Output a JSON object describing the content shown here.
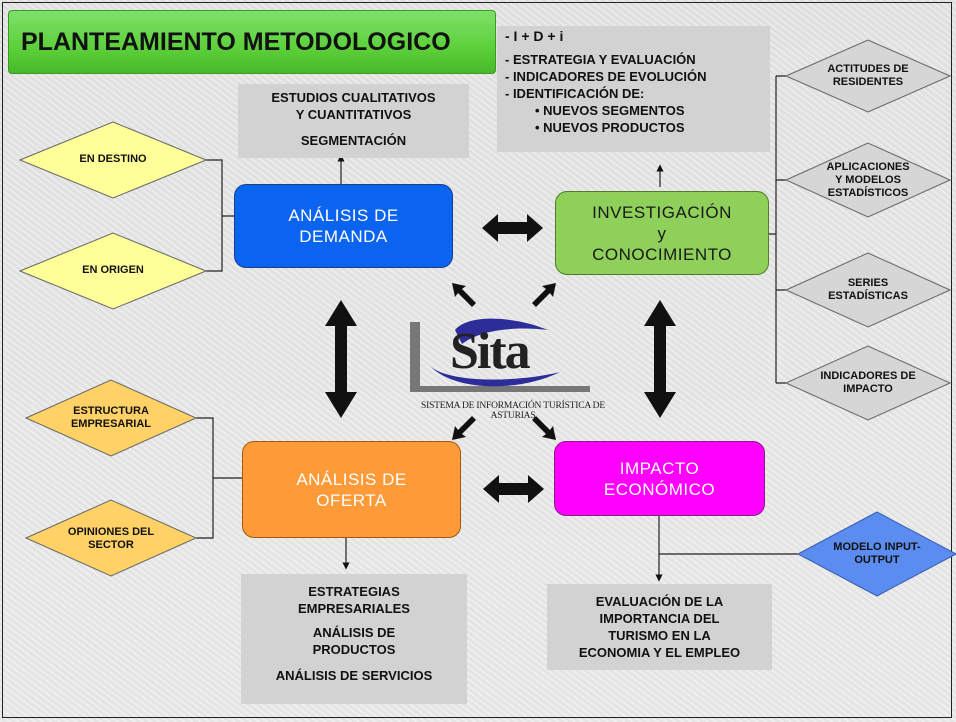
{
  "title": "PLANTEAMIENTO METODOLOGICO",
  "top_left_box": {
    "lines": [
      "ESTUDIOS CUALITATIVOS",
      "Y CUANTITATIVOS",
      "SEGMENTACIÓN"
    ]
  },
  "top_right_box": {
    "lines": [
      "- I + D + i",
      "- ESTRATEGIA Y EVALUACIÓN",
      "- INDICADORES DE EVOLUCIÓN",
      "- IDENTIFICACIÓN DE:",
      "• NUEVOS SEGMENTOS",
      "• NUEVOS PRODUCTOS"
    ]
  },
  "nodes": {
    "demanda": [
      "ANÁLISIS DE",
      "DEMANDA"
    ],
    "investigacion": [
      "INVESTIGACIÓN",
      "y",
      "CONOCIMIENTO"
    ],
    "oferta": [
      "ANÁLISIS DE",
      "OFERTA"
    ],
    "impacto": [
      "IMPACTO",
      "ECONÓMICO"
    ]
  },
  "left_diamonds_top": [
    {
      "lines": [
        "EN DESTINO"
      ]
    },
    {
      "lines": [
        "EN ORIGEN"
      ]
    }
  ],
  "left_diamonds_bottom": [
    {
      "lines": [
        "ESTRUCTURA",
        "EMPRESARIAL"
      ]
    },
    {
      "lines": [
        "OPINIONES DEL",
        "SECTOR"
      ]
    }
  ],
  "right_diamonds": [
    {
      "lines": [
        "ACTITUDES DE",
        "RESIDENTES"
      ]
    },
    {
      "lines": [
        "APLICACIONES",
        "Y MODELOS",
        "ESTADÍSTICOS"
      ]
    },
    {
      "lines": [
        "SERIES",
        "ESTADÍSTICAS"
      ]
    },
    {
      "lines": [
        "INDICADORES DE",
        "IMPACTO"
      ]
    }
  ],
  "io_diamond": {
    "lines": [
      "MODELO INPUT-",
      "OUTPUT"
    ]
  },
  "bottom_left_box": {
    "lines": [
      "ESTRATEGIAS",
      "EMPRESARIALES",
      "ANÁLISIS DE",
      "PRODUCTOS",
      "ANÁLISIS DE SERVICIOS"
    ]
  },
  "bottom_right_box": {
    "lines": [
      "EVALUACIÓN DE LA",
      "IMPORTANCIA DEL",
      "TURISMO EN LA",
      "ECONOMIA Y EL EMPLEO"
    ]
  },
  "logo": {
    "text": "Sita",
    "caption": "SISTEMA DE INFORMACIÓN TURÍSTICA DE ASTURIAS"
  },
  "colors": {
    "title_green": "#5cd03a",
    "demanda_blue": "#0a64f0",
    "investigacion_green": "#8ed05a",
    "oferta_orange": "#ff9a38",
    "impacto_magenta": "#ff00ff",
    "diamond_yellow": "#ffff99",
    "diamond_orange": "#ffd166",
    "diamond_grey": "#d6d6d6",
    "diamond_blue": "#5b8cf0"
  }
}
